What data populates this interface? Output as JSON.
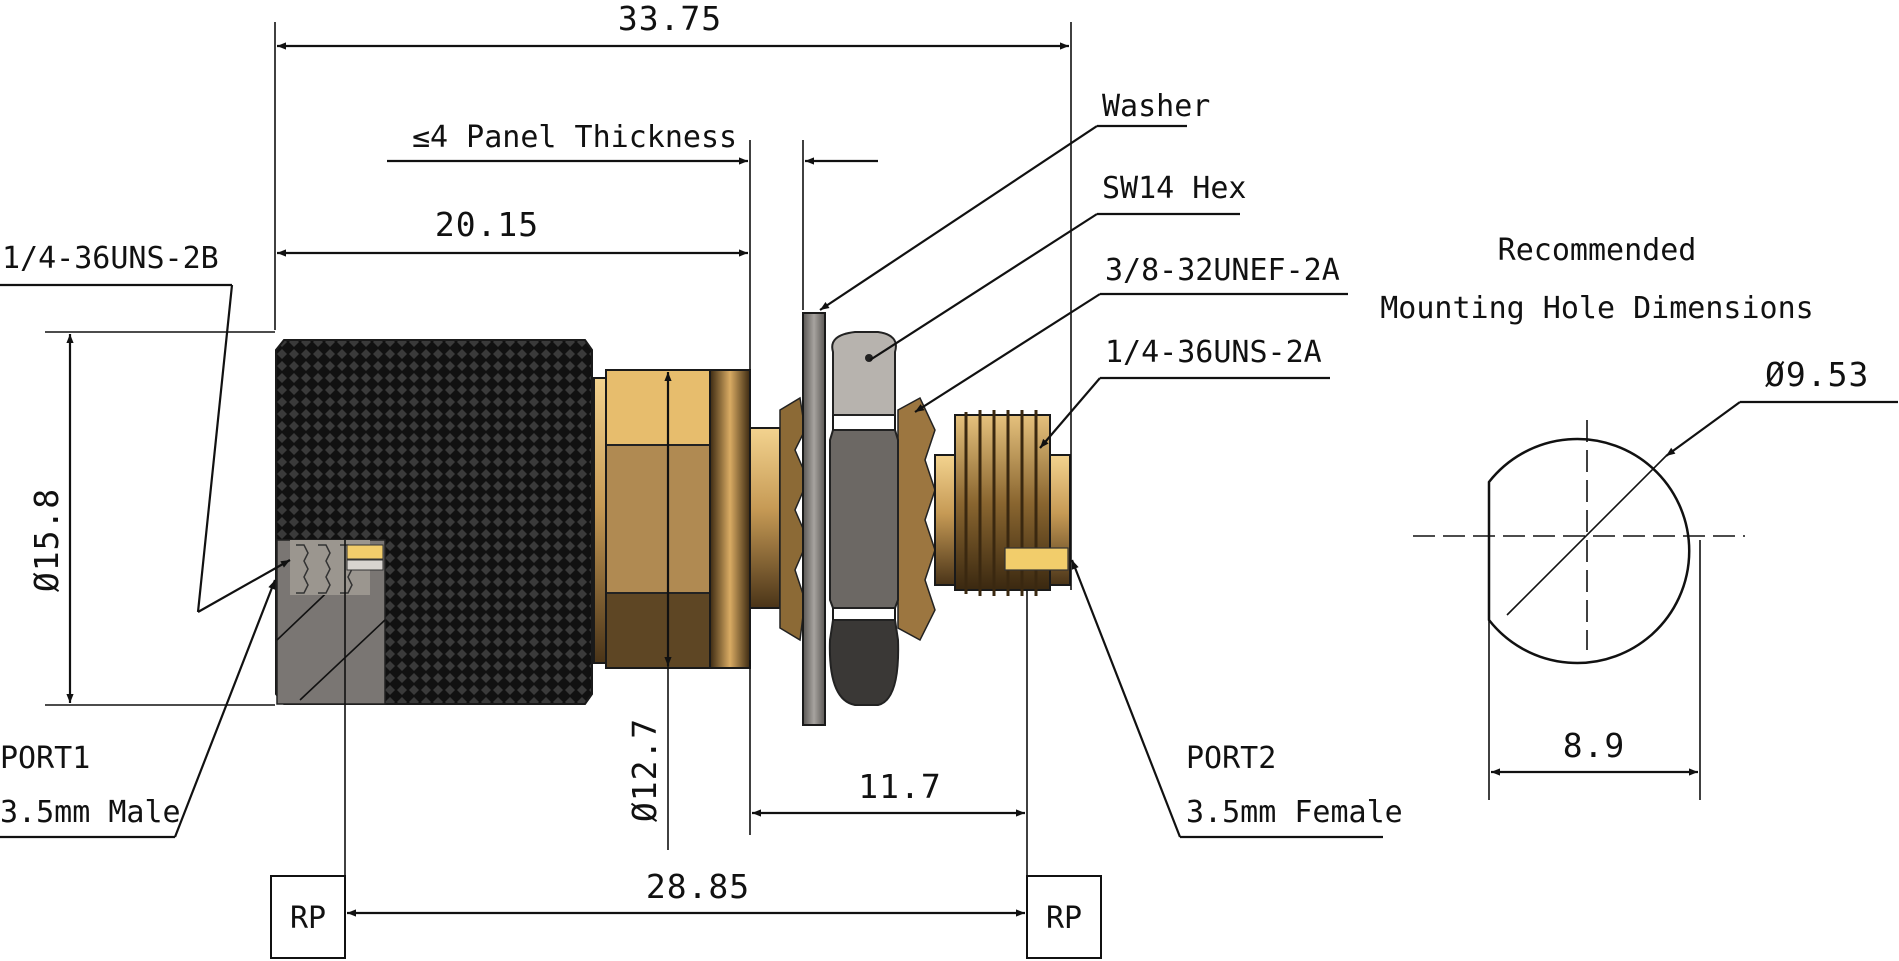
{
  "dimensions": {
    "overall_length": "33.75",
    "panel_thickness": "≤4 Panel Thickness",
    "length_to_panel": "20.15",
    "ref_plane_distance": "28.85",
    "port2_length": "11.7",
    "knurl_diameter": "Ø15.8",
    "hex_diameter": "Ø12.7"
  },
  "callouts": {
    "washer": "Washer",
    "hex": "SW14 Hex",
    "mount_thread": "3/8-32UNEF-2A",
    "port2_thread": "1/4-36UNS-2A",
    "port1_thread": "1/4-36UNS-2B"
  },
  "ports": {
    "port1_name": "PORT1",
    "port1_type": "3.5mm Male",
    "port2_name": "PORT2",
    "port2_type": "3.5mm Female",
    "ref_plane_left": "RP",
    "ref_plane_right": "RP"
  },
  "mounting_hole": {
    "title_line1": "Recommended",
    "title_line2": "Mounting Hole Dimensions",
    "diameter": "Ø9.53",
    "flat_width": "8.9"
  },
  "colors": {
    "knurl": "#1b1b1b",
    "brass_light": "#e8c07a",
    "brass_mid": "#b48a4e",
    "brass_dark": "#5a4020",
    "nut_grey": "#6e6a66",
    "washer_grey": "#8a8683"
  }
}
